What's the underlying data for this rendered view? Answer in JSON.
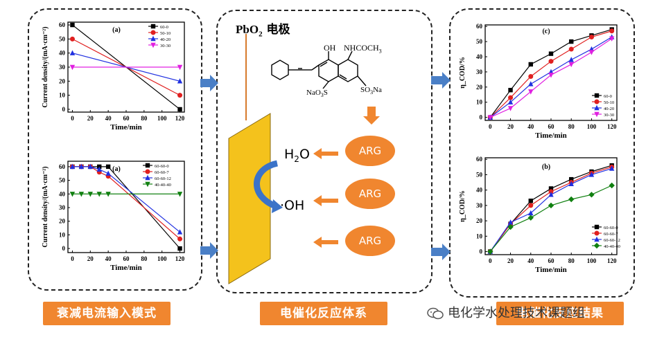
{
  "bottom_labels": {
    "left": "衰减电流输入模式",
    "middle": "电催化反应体系",
    "right": "电催化反应结果"
  },
  "watermark": "电化学水处理技术课题组",
  "middle": {
    "electrode_title": "PbO",
    "electrode_sub": "2",
    "electrode_suffix": " 电极",
    "molecule": {
      "oh": "OH",
      "nhcoch3": "NHCOCH",
      "nhcoch3_sub": "3",
      "naso3": "NaO",
      "naso3_sub": "3",
      "naso3_s": "S",
      "so3na": "SO",
      "so3na_sub": "3",
      "so3na_na": "Na"
    },
    "arg_label": "ARG",
    "h2o": "H",
    "h2o_sub": "2",
    "h2o_o": "O",
    "oh_radical": "·OH",
    "colors": {
      "electrode": "#f4c21c",
      "arg": "#f0862f",
      "arrow": "#f0862f",
      "curved": "#3b73c8"
    }
  },
  "colors": {
    "blue_arrow": "#4a7fc6",
    "label_bar": "#f0862f"
  },
  "chart_data": [
    {
      "id": "top-left",
      "type": "line",
      "panel_label": "(a)",
      "xlabel": "Time/min",
      "ylabel": "Current density/(mA·cm⁻²)",
      "xlim": [
        -5,
        125
      ],
      "ylim": [
        -2,
        62
      ],
      "xticks": [
        0,
        20,
        40,
        60,
        80,
        100,
        120
      ],
      "yticks": [
        0,
        10,
        20,
        30,
        40,
        50,
        60
      ],
      "series": [
        {
          "name": "60-0",
          "color": "#000000",
          "marker": "square",
          "x": [
            0,
            120
          ],
          "y": [
            60,
            0
          ]
        },
        {
          "name": "50-10",
          "color": "#e02020",
          "marker": "circle",
          "x": [
            0,
            120
          ],
          "y": [
            50,
            10
          ]
        },
        {
          "name": "40-20",
          "color": "#2030e0",
          "marker": "triangle",
          "x": [
            0,
            120
          ],
          "y": [
            40,
            20
          ]
        },
        {
          "name": "30-30",
          "color": "#e020e0",
          "marker": "tri-down",
          "x": [
            0,
            120
          ],
          "y": [
            30,
            30
          ]
        }
      ]
    },
    {
      "id": "bottom-left",
      "type": "line",
      "panel_label": "(a)",
      "xlabel": "Time/min",
      "ylabel": "Current density/(mA·cm⁻²)",
      "xlim": [
        -5,
        125
      ],
      "ylim": [
        -3,
        64
      ],
      "xticks": [
        0,
        20,
        40,
        60,
        80,
        100,
        120
      ],
      "yticks": [
        0,
        10,
        20,
        30,
        40,
        50,
        60
      ],
      "series": [
        {
          "name": "60-60-0",
          "color": "#000000",
          "marker": "square",
          "x": [
            0,
            10,
            20,
            30,
            40,
            120
          ],
          "y": [
            60,
            60,
            60,
            60,
            60,
            0
          ]
        },
        {
          "name": "60-60-7",
          "color": "#e02020",
          "marker": "circle",
          "x": [
            0,
            10,
            20,
            30,
            40,
            120
          ],
          "y": [
            60,
            60,
            60,
            56,
            53,
            7
          ]
        },
        {
          "name": "60-60-12",
          "color": "#2030e0",
          "marker": "triangle",
          "x": [
            0,
            10,
            20,
            30,
            40,
            120
          ],
          "y": [
            60,
            60,
            60,
            58,
            55,
            12
          ]
        },
        {
          "name": "40-40-40",
          "color": "#108010",
          "marker": "tri-down",
          "x": [
            0,
            10,
            20,
            30,
            40,
            120
          ],
          "y": [
            40,
            40,
            40,
            40,
            40,
            40
          ]
        }
      ]
    },
    {
      "id": "top-right",
      "type": "line",
      "panel_label": "(c)",
      "xlabel": "Time/min",
      "ylabel": "η_COD/%",
      "xlim": [
        -5,
        125
      ],
      "ylim": [
        -2,
        61
      ],
      "xticks": [
        0,
        20,
        40,
        60,
        80,
        100,
        120
      ],
      "yticks": [
        0,
        10,
        20,
        30,
        40,
        50,
        60
      ],
      "series": [
        {
          "name": "60-0",
          "color": "#000000",
          "marker": "square",
          "x": [
            0,
            20,
            40,
            60,
            80,
            100,
            120
          ],
          "y": [
            0,
            18,
            35,
            42,
            50,
            54,
            58
          ]
        },
        {
          "name": "50-10",
          "color": "#e02020",
          "marker": "circle",
          "x": [
            0,
            20,
            40,
            60,
            80,
            100,
            120
          ],
          "y": [
            0,
            13,
            27,
            37,
            45,
            53,
            57
          ]
        },
        {
          "name": "40-20",
          "color": "#2030e0",
          "marker": "triangle",
          "x": [
            0,
            20,
            40,
            60,
            80,
            100,
            120
          ],
          "y": [
            0,
            10,
            22,
            30,
            38,
            45,
            53
          ]
        },
        {
          "name": "30-30",
          "color": "#e020e0",
          "marker": "tri-down",
          "x": [
            0,
            20,
            40,
            60,
            80,
            100,
            120
          ],
          "y": [
            0,
            6,
            17,
            28,
            35,
            43,
            52
          ]
        }
      ]
    },
    {
      "id": "bottom-right",
      "type": "line",
      "panel_label": "(b)",
      "xlabel": "Time/min",
      "ylabel": "η_COD/%",
      "xlim": [
        -5,
        125
      ],
      "ylim": [
        -2,
        61
      ],
      "xticks": [
        0,
        20,
        40,
        60,
        80,
        100,
        120
      ],
      "yticks": [
        0,
        10,
        20,
        30,
        40,
        50,
        60
      ],
      "series": [
        {
          "name": "60-60-0",
          "color": "#000000",
          "marker": "square",
          "x": [
            0,
            20,
            40,
            60,
            80,
            100,
            120
          ],
          "y": [
            0,
            18,
            33,
            41,
            47,
            52,
            56
          ]
        },
        {
          "name": "60-60-7",
          "color": "#e02020",
          "marker": "circle",
          "x": [
            0,
            20,
            40,
            60,
            80,
            100,
            120
          ],
          "y": [
            0,
            18,
            30,
            39,
            45,
            51,
            55
          ]
        },
        {
          "name": "60-60-12",
          "color": "#2030e0",
          "marker": "triangle",
          "x": [
            0,
            20,
            40,
            60,
            80,
            100,
            120
          ],
          "y": [
            0,
            19,
            25,
            37,
            44,
            50,
            54
          ]
        },
        {
          "name": "40-40-40",
          "color": "#108010",
          "marker": "diamond",
          "x": [
            0,
            20,
            40,
            60,
            80,
            100,
            120
          ],
          "y": [
            0,
            16,
            22,
            30,
            34,
            37,
            43
          ]
        }
      ]
    }
  ]
}
